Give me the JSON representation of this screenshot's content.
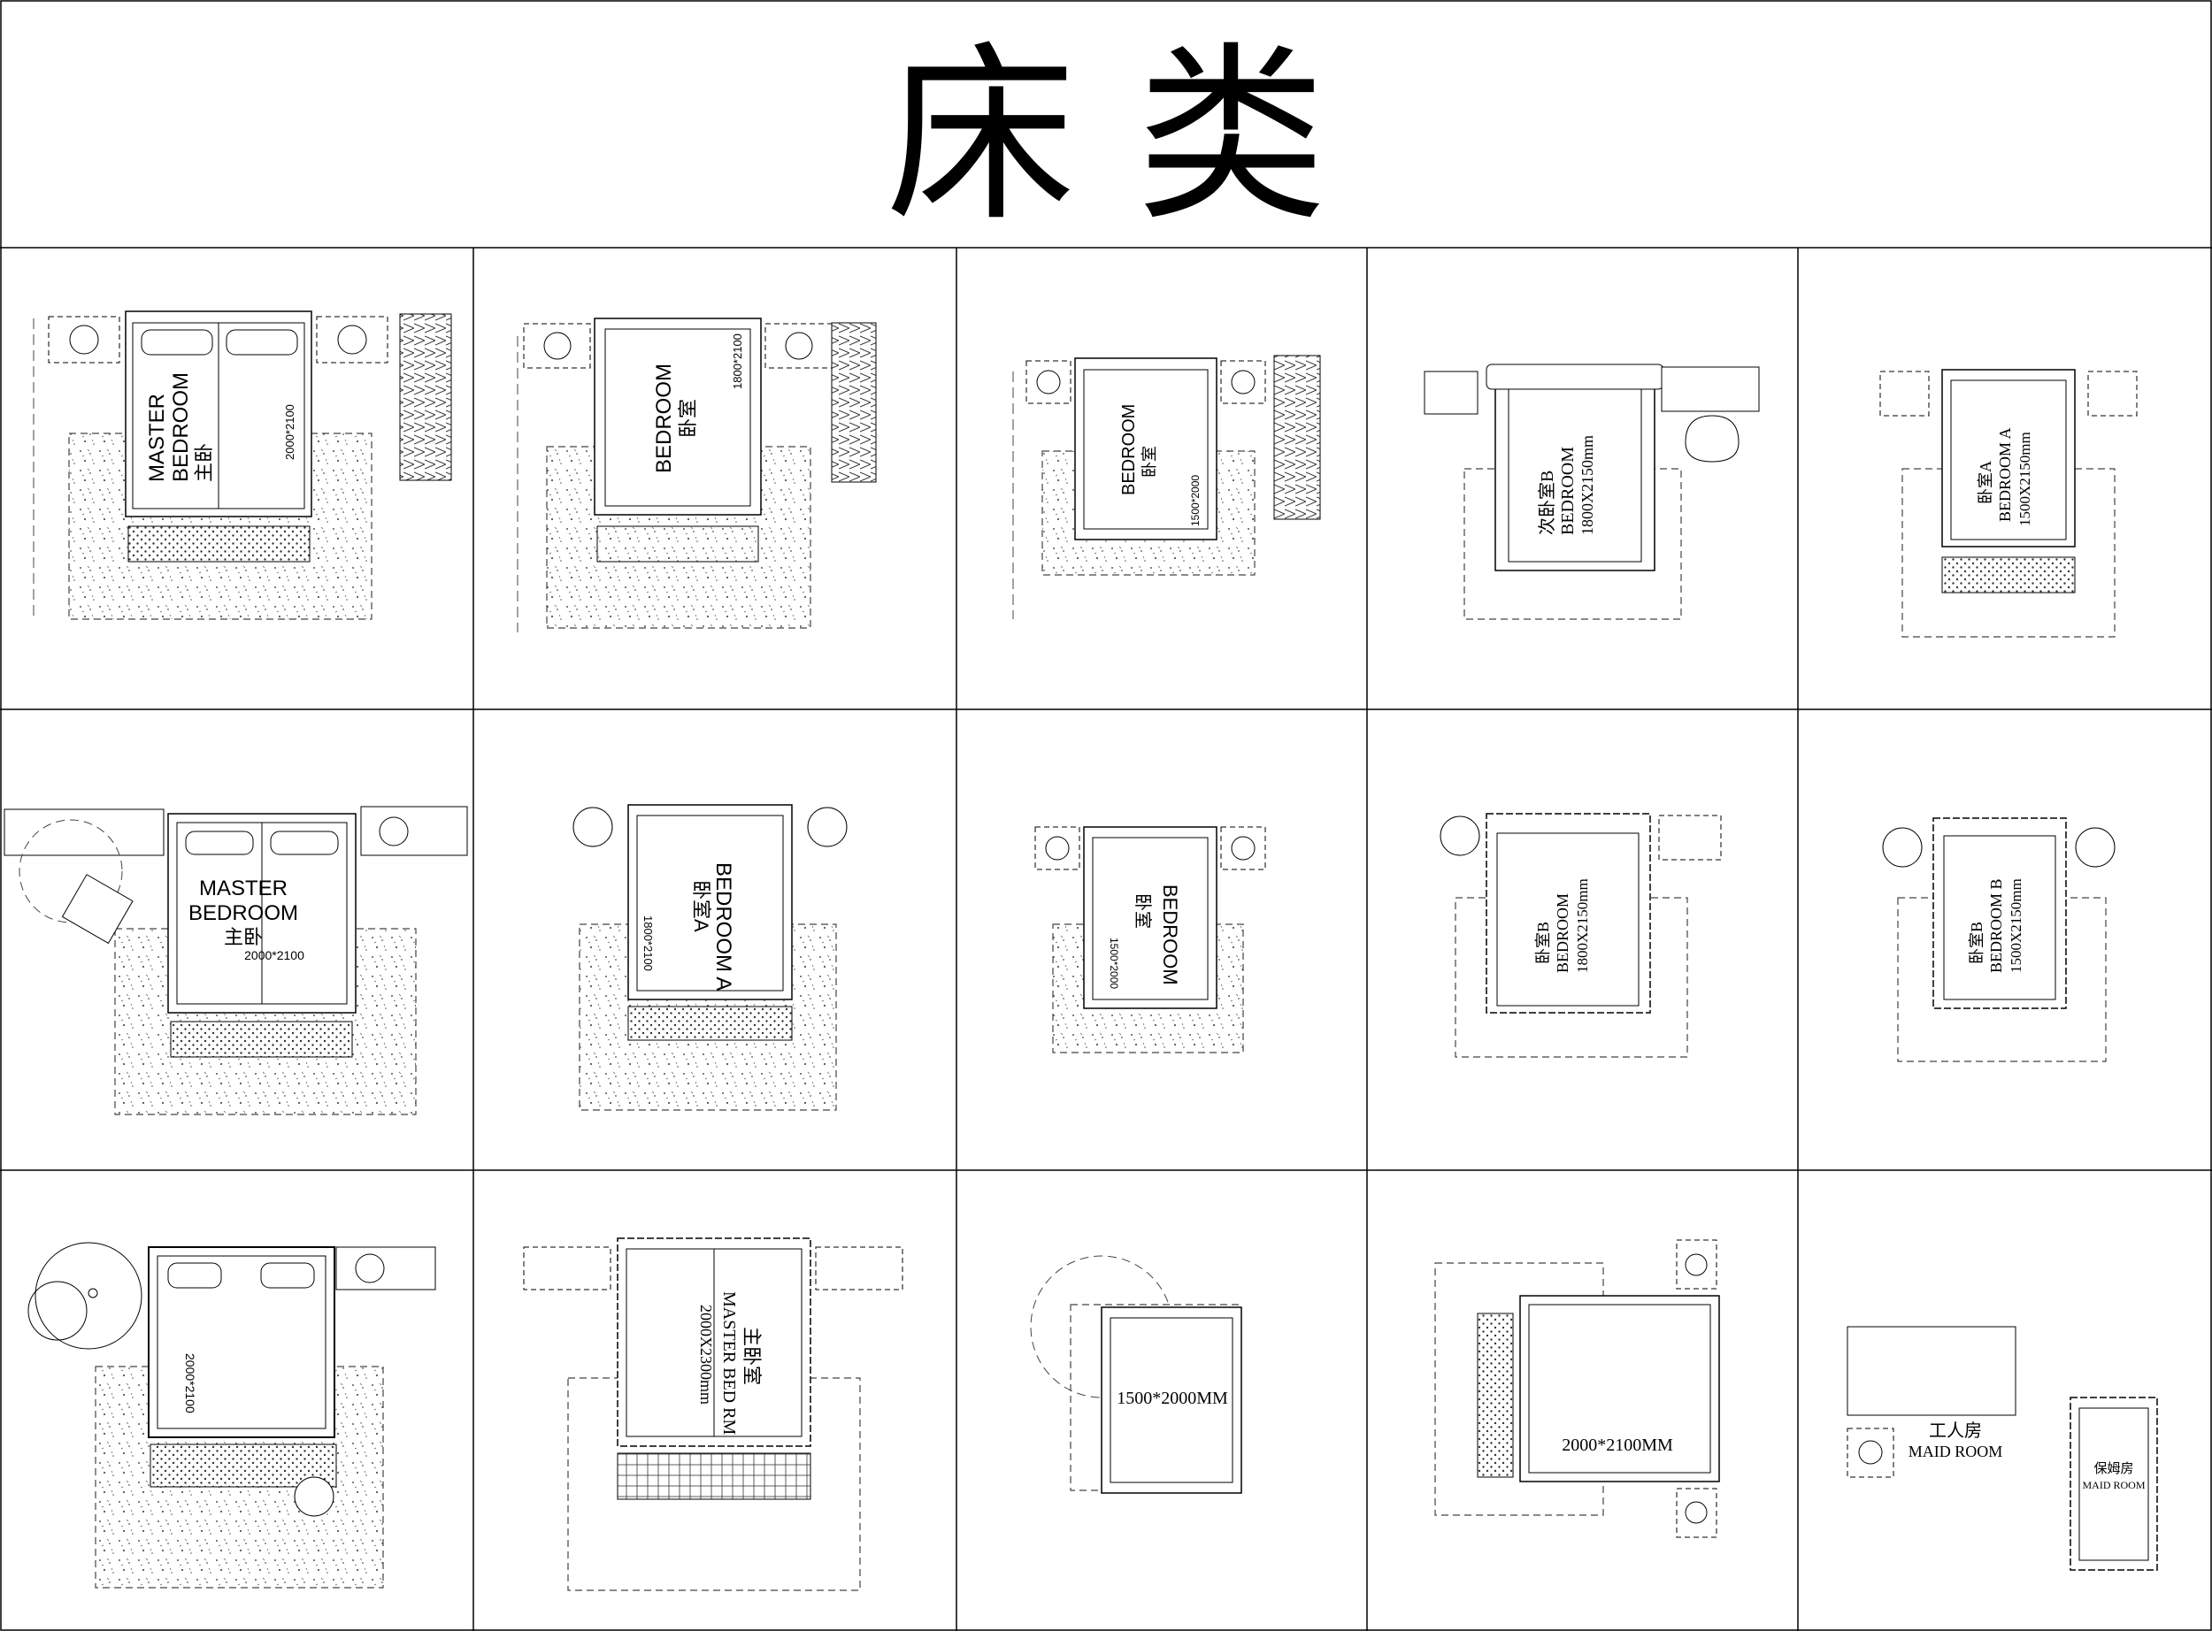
{
  "title": "床 类",
  "colors": {
    "line": "#000000",
    "background": "#ffffff",
    "dash": "#333333"
  },
  "cells": [
    {
      "name": "cell-1-1",
      "labels": [
        "MASTER",
        "BEDROOM",
        "主卧"
      ],
      "dimension": "2000*2100"
    },
    {
      "name": "cell-1-2",
      "labels": [
        "BEDROOM",
        "卧室"
      ],
      "dimension": "1800*2100"
    },
    {
      "name": "cell-1-3",
      "labels": [
        "BEDROOM",
        "卧室"
      ],
      "dimension": "1500*2000"
    },
    {
      "name": "cell-1-4",
      "labels": [
        "次卧室B",
        "BEDROOM",
        "1800X2150mm"
      ]
    },
    {
      "name": "cell-1-5",
      "labels": [
        "卧室A",
        "BEDROOM A",
        "1500X2150mm"
      ]
    },
    {
      "name": "cell-2-1",
      "labels": [
        "MASTER",
        "BEDROOM",
        "主卧"
      ],
      "dimension": "2000*2100"
    },
    {
      "name": "cell-2-2",
      "labels": [
        "BEDROOM A",
        "卧室A"
      ],
      "dimension": "1800*2100"
    },
    {
      "name": "cell-2-3",
      "labels": [
        "BEDROOM",
        "卧室"
      ],
      "dimension": "1500*2000"
    },
    {
      "name": "cell-2-4",
      "labels": [
        "卧室B",
        "BEDROOM",
        "1800X2150mm"
      ]
    },
    {
      "name": "cell-2-5",
      "labels": [
        "卧室B",
        "BEDROOM B",
        "1500X2150mm"
      ]
    },
    {
      "name": "cell-3-1",
      "labels": [],
      "dimension": "2000*2100"
    },
    {
      "name": "cell-3-2",
      "labels": [
        "主卧室",
        "MASTER BED RM",
        "2000X2300mm"
      ]
    },
    {
      "name": "cell-3-3",
      "labels": [
        "1500*2000MM"
      ]
    },
    {
      "name": "cell-3-4",
      "labels": [
        "2000*2100MM"
      ]
    },
    {
      "name": "cell-3-5",
      "labels": [
        "工人房",
        "MAID ROOM",
        "保姆房",
        "MAID ROOM"
      ]
    }
  ]
}
